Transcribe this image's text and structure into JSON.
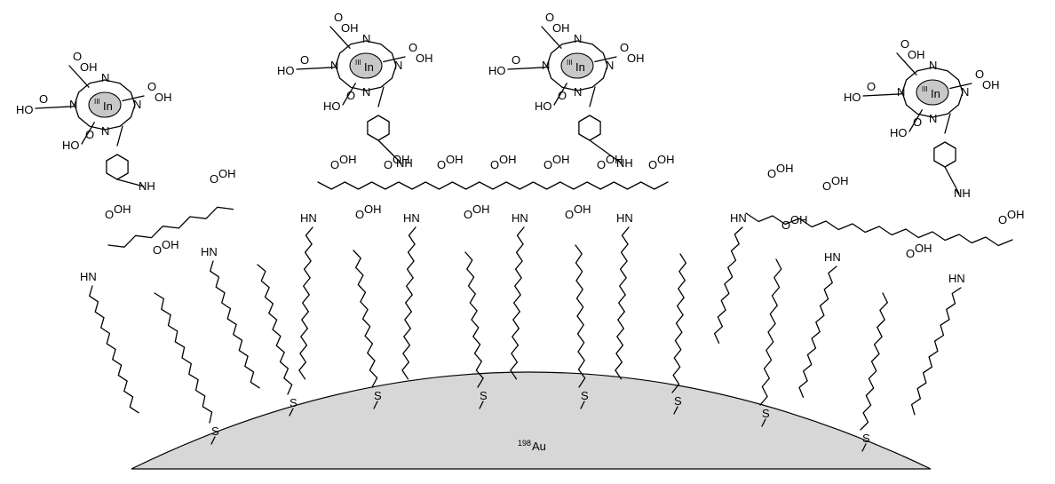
{
  "particle": {
    "isotope": "198",
    "symbol": "Au",
    "fill": "#d7d7d7"
  },
  "sulfur": "S",
  "amide_nh": "HN",
  "amide_nh_rev": "NH",
  "carboxyl": {
    "cooh": "OH",
    "o": "O",
    "hoo": "HO"
  },
  "chelate": {
    "metal_charge": "III",
    "metal": "In",
    "n": "N",
    "ho": "HO",
    "oh": "OH",
    "o": "O"
  }
}
